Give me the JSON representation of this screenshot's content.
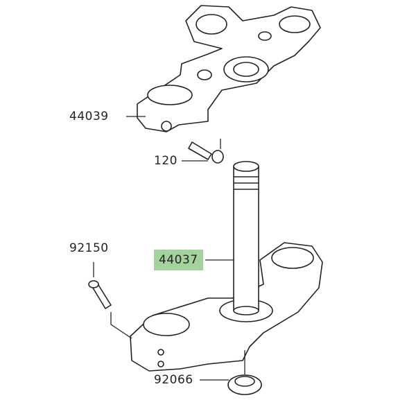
{
  "parts": [
    {
      "number": "44039",
      "name": "upper-bracket",
      "highlighted": false
    },
    {
      "number": "120",
      "name": "upper-bolt",
      "highlighted": false
    },
    {
      "number": "44037",
      "name": "stem-lower-bracket",
      "highlighted": true
    },
    {
      "number": "92150",
      "name": "lower-bolt",
      "highlighted": false
    },
    {
      "number": "92066",
      "name": "stem-cap",
      "highlighted": false
    }
  ],
  "colors": {
    "highlight": "#a3d39c",
    "line": "#222222",
    "fill": "#ffffff"
  }
}
